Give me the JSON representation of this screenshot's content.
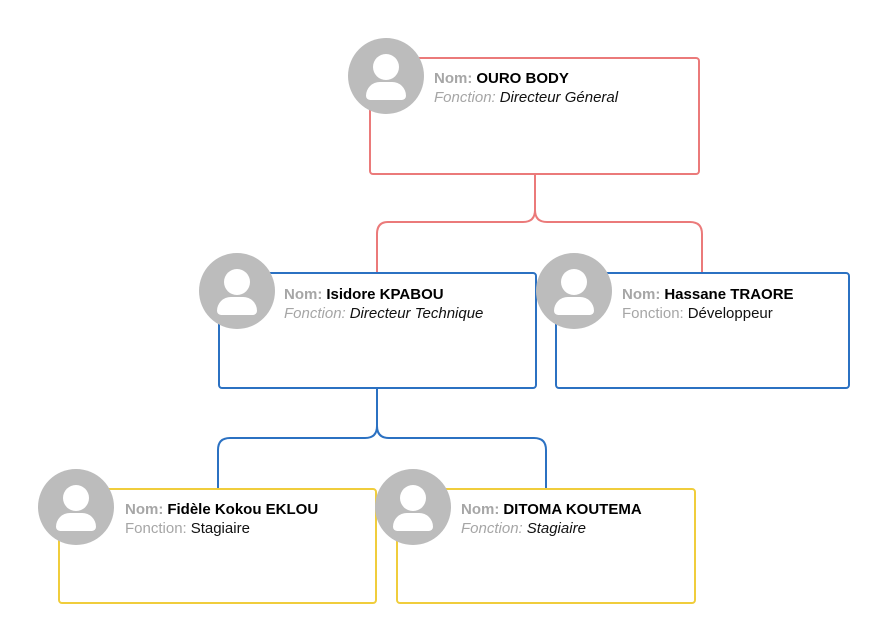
{
  "labels": {
    "name": "Nom:",
    "function": "Fonction:"
  },
  "colors": {
    "level_1": "#eb7a7a",
    "level_2": "#2b71c2",
    "level_3": "#f0cd3c",
    "avatar": "#bcbcbc",
    "label_text": "#a6a6a6"
  },
  "nodes": [
    {
      "id": "ouro-body",
      "name": "OURO BODY",
      "function": "Directeur Géneral",
      "level": 1,
      "function_style": "italic"
    },
    {
      "id": "isidore-kpabou",
      "name": "Isidore KPABOU",
      "function": "Directeur Technique",
      "level": 2,
      "function_style": "italic"
    },
    {
      "id": "hassane-traore",
      "name": "Hassane TRAORE",
      "function": "Développeur",
      "level": 2,
      "function_style": "normal"
    },
    {
      "id": "fidele-kokou-eklou",
      "name": "Fidèle Kokou EKLOU",
      "function": "Stagiaire",
      "level": 3,
      "function_style": "normal"
    },
    {
      "id": "ditoma-koutema",
      "name": "DITOMA KOUTEMA",
      "function": "Stagiaire",
      "level": 3,
      "function_style": "italic"
    }
  ],
  "edges": [
    {
      "from": "ouro-body",
      "to": "isidore-kpabou"
    },
    {
      "from": "ouro-body",
      "to": "hassane-traore"
    },
    {
      "from": "isidore-kpabou",
      "to": "fidele-kokou-eklou"
    },
    {
      "from": "isidore-kpabou",
      "to": "ditoma-koutema"
    }
  ],
  "icons": {
    "avatar": "person-avatar-icon"
  }
}
